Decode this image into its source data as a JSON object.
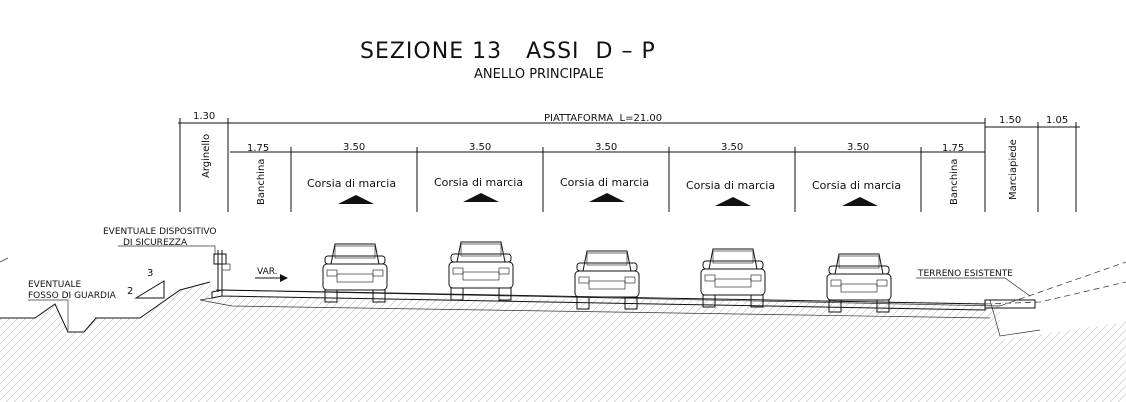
{
  "title": "SEZIONE 13   ASSI  D – P",
  "subtitle": "ANELLO PRINCIPALE",
  "dimensions": {
    "arginello": "1.30",
    "piattaforma": "PIATTAFORMA  L=21.00",
    "banchina_left": "1.75",
    "lanes": [
      "3.50",
      "3.50",
      "3.50",
      "3.50",
      "3.50"
    ],
    "banchina_right": "1.75",
    "marciapiede": "1.50",
    "last": "1.05"
  },
  "labels": {
    "arginello": "Arginello",
    "banchina": "Banchina",
    "marciapiede": "Marciapiede",
    "lanes": [
      "Corsia di marcia",
      "Corsia di marcia",
      "Corsia di marcia",
      "Corsia di marcia",
      "Corsia di marcia"
    ]
  },
  "annotations": {
    "dispositivo_line1": "EVENTUALE DISPOSITIVO",
    "dispositivo_line2": "DI SICUREZZA",
    "fosso_line1": "EVENTUALE",
    "fosso_line2": "FOSSO DI GUARDIA",
    "slope_h": "3",
    "slope_v": "2",
    "var": "VAR.",
    "terreno": "TERRENO ESISTENTE"
  },
  "icons": [
    "car-front-icon",
    "car-rear-icon",
    "direction-arrow-icon"
  ]
}
